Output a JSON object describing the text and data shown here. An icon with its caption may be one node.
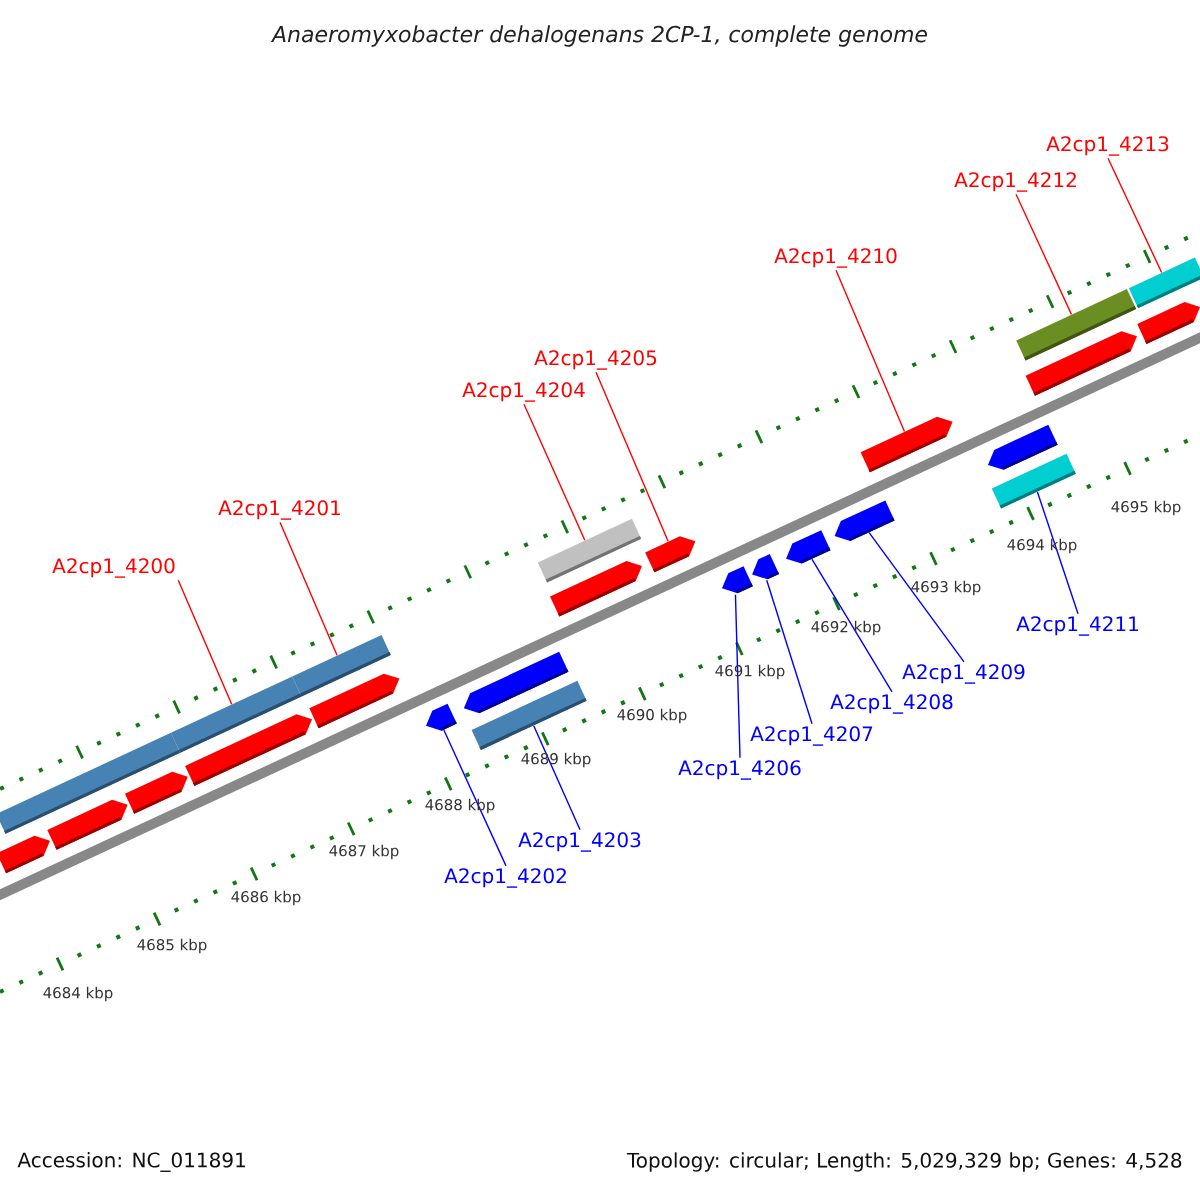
{
  "diagram": {
    "title": "Anaeromyxobacter dehalogenans 2CP-1, complete genome",
    "nodes": [
      {
        "text": [
          "A2cp1_4200"
        ]
      },
      {
        "text": [
          "A2cp1_4201"
        ]
      },
      {
        "text": [
          "A2cp1_4202"
        ]
      },
      {
        "text": [
          "A2cp1_4203"
        ]
      },
      {
        "text": [
          "A2cp1_4204"
        ]
      },
      {
        "text": [
          "A2cp1_4205"
        ]
      },
      {
        "text": [
          "A2cp1_4206"
        ]
      },
      {
        "text": [
          "A2cp1_4207"
        ]
      },
      {
        "text": [
          "A2cp1_4208"
        ]
      },
      {
        "text": [
          "A2cp1_4209"
        ]
      },
      {
        "text": [
          "A2cp1_4210"
        ]
      },
      {
        "text": [
          "A2cp1_4211"
        ]
      },
      {
        "text": [
          "A2cp1_4212"
        ]
      },
      {
        "text": [
          "A2cp1_4213"
        ]
      },
      {
        "text": [],
        "shape": "pentagon"
      },
      {
        "text": [],
        "shape": "bar"
      },
      {
        "text": [],
        "shape": "pentagon"
      },
      {
        "text": [],
        "shape": "pentagon"
      },
      {
        "text": [],
        "shape": "pentagon"
      },
      {
        "text": [],
        "shape": "bar"
      },
      {
        "text": [],
        "shape": "bar"
      },
      {
        "text": [],
        "shape": "pentagon"
      },
      {
        "text": [],
        "shape": "pentagon"
      },
      {
        "text": [],
        "shape": "bar"
      },
      {
        "text": [],
        "shape": "pentagon"
      },
      {
        "text": [],
        "shape": "pentagon"
      },
      {
        "text": [],
        "shape": "bar"
      },
      {
        "text": [],
        "shape": "pentagon"
      },
      {
        "text": [],
        "shape": "pentagon"
      },
      {
        "text": [],
        "shape": "pentagon"
      },
      {
        "text": [],
        "shape": "pentagon"
      },
      {
        "text": [],
        "shape": "pentagon"
      },
      {
        "text": [],
        "shape": "pentagon"
      },
      {
        "text": [],
        "shape": "bar"
      },
      {
        "text": [],
        "shape": "pentagon"
      },
      {
        "text": [],
        "shape": "pentagon"
      },
      {
        "text": [],
        "shape": "bar"
      },
      {
        "text": [],
        "shape": "pentagon"
      },
      {
        "text": [],
        "shape": "bar"
      }
    ],
    "edges": [
      {
        "from": 0,
        "to": 19,
        "arrow": "none",
        "color": "#ff0000"
      },
      {
        "from": 1,
        "to": 20,
        "arrow": "none",
        "color": "#ff0000"
      },
      {
        "from": 2,
        "to": 22,
        "arrow": "none",
        "color": "#0000ff"
      },
      {
        "from": 3,
        "to": 23,
        "arrow": "none",
        "color": "#0000ff"
      },
      {
        "from": 4,
        "to": 26,
        "arrow": "none",
        "color": "#ff0000"
      },
      {
        "from": 5,
        "to": 27,
        "arrow": "none",
        "color": "#ff0000"
      },
      {
        "from": 6,
        "to": 28,
        "arrow": "none",
        "color": "#0000ff"
      },
      {
        "from": 7,
        "to": 29,
        "arrow": "none",
        "color": "#0000ff"
      },
      {
        "from": 8,
        "to": 30,
        "arrow": "none",
        "color": "#0000ff"
      },
      {
        "from": 9,
        "to": 31,
        "arrow": "none",
        "color": "#0000ff"
      },
      {
        "from": 10,
        "to": 32,
        "arrow": "none",
        "color": "#ff0000"
      },
      {
        "from": 11,
        "to": 33,
        "arrow": "none",
        "color": "#0000ff"
      },
      {
        "from": 12,
        "to": 36,
        "arrow": "none",
        "color": "#ff0000"
      },
      {
        "from": 13,
        "to": 38,
        "arrow": "none",
        "color": "#ff0000"
      }
    ],
    "labels": [
      "4684 kbp",
      "4685 kbp",
      "4686 kbp",
      "4687 kbp",
      "4688 kbp",
      "4689 kbp",
      "4690 kbp",
      "4691 kbp",
      "4692 kbp",
      "4693 kbp",
      "4694 kbp",
      "4695 kbp",
      "Accession: NC_011891",
      "Topology: circular; Length: 5,029,329 bp; Genes: 4,528"
    ]
  }
}
